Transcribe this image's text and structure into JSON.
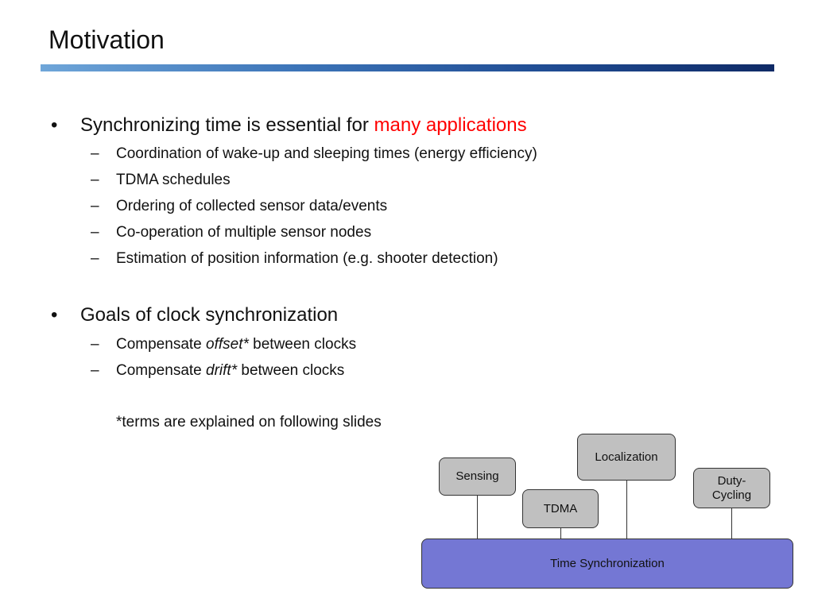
{
  "slide": {
    "title": "Motivation",
    "bullets": [
      {
        "marker": "•",
        "text": "Synchronizing time is essential for ",
        "highlight": "many applications",
        "subitems": [
          "Coordination of wake-up and sleeping times (energy efficiency)",
          "TDMA schedules",
          "Ordering of collected sensor data/events",
          "Co-operation of multiple sensor nodes",
          "Estimation of position information (e.g. shooter detection)"
        ]
      },
      {
        "marker": "•",
        "text": "Goals of clock synchronization",
        "subitems": [
          {
            "before": "Compensate ",
            "em": "offset*",
            "after": " between clocks"
          },
          {
            "before": "Compensate ",
            "em": "drift*",
            "after": " between clocks"
          }
        ]
      }
    ],
    "sub_marker": "–",
    "note": "*terms are explained on following slides"
  },
  "diagram": {
    "nodes": {
      "sensing": "Sensing",
      "tdma": "TDMA",
      "localization": "Localization",
      "duty_cycling_line1": "Duty-",
      "duty_cycling_line2": "Cycling"
    },
    "base": "Time Synchronization"
  },
  "colors": {
    "accent": "#ff0000",
    "node_fill": "#c0c0c0",
    "base_fill": "#7477d4",
    "title_bar_start": "#6fa6d9",
    "title_bar_end": "#0f2a66"
  }
}
